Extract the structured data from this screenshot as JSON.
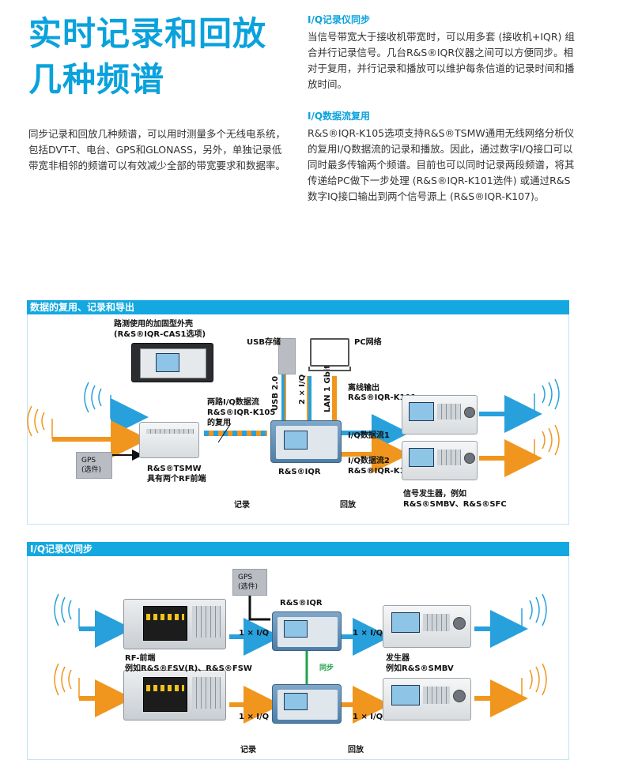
{
  "title": {
    "line1": "实时记录和回放",
    "line2": "几种频谱"
  },
  "intro": {
    "text": "同步记录和回放几种频谱，可以用时测量多个无线电系统，包括DVT-T、电台、GPS和GLONASS，另外，单独记录低带宽非相邻的频谱可以有效减少全部的带宽要求和数据率。"
  },
  "section_sync": {
    "heading": "I/Q记录仪同步",
    "body": "当信号带宽大于接收机带宽时，可以用多套 (接收机+IQR) 组合并行记录信号。几台R&S®IQR仪器之间可以方便同步。相对于复用，并行记录和播放可以维护每条信道的记录时间和播放时间。"
  },
  "section_mux": {
    "heading": "I/Q数据流复用",
    "body": "R&S®IQR-K105选项支持R&S®TSMW通用无线网络分析仪的复用I/Q数据流的记录和播放。因此，通过数字I/Q接口可以同时最多传输两个频谱。目前也可以同时记录两段频谱，将其传递给PC做下一步处理 (R&S®IQR-K101选件) 或通过R&S数字IQ接口输出到两个信号源上 (R&S®IQR-K107)。"
  },
  "diagram1": {
    "header": "数据的复用、记录和导出",
    "case_label1": "路测使用的加固型外壳",
    "case_label2": "(R&S®IQR-CAS1选项)",
    "usb_label": "USB存储",
    "pc_label": "PC网络",
    "usb_port": "USB 2.0",
    "iq_port": "2 × I/Q",
    "lan_port": "LAN 1 Gbit",
    "offline1": "离线输出",
    "offline2": "R&S®IQR-K101",
    "mux1": "两路I/Q数据流",
    "mux2": "R&S®IQR-K105",
    "mux3": "的复用",
    "stream1": "I/Q数据流1",
    "stream2": "I/Q数据流2",
    "stream2_opt": "R&S®IQR-K107",
    "gps1": "GPS",
    "gps2": "(选件)",
    "tsmw1": "R&S®TSMW",
    "tsmw2": "具有两个RF前端",
    "iqr": "R&S®IQR",
    "gen1": "信号发生器，例如",
    "gen2": "R&S®SMBV、R&S®SFC",
    "record": "记录",
    "playback": "回放"
  },
  "diagram2": {
    "header": "I/Q记录仪同步",
    "gps1": "GPS",
    "gps2": "(选件)",
    "iqr": "R&S®IQR",
    "link_top_left": "1 × I/Q",
    "link_top_right": "1 × I/Q",
    "link_bot_left": "1 × I/Q",
    "link_bot_right": "1 × I/Q",
    "sync": "同步",
    "rf1": "RF-前端",
    "rf2": "例如R&S®FSV(R)、R&S®FSW",
    "gen1": "发生器",
    "gen2": "例如R&S®SMBV",
    "record": "记录",
    "playback": "回放"
  },
  "colors": {
    "accent": "#0aa2dc",
    "orange": "#f0961e",
    "blue": "#27a0dc",
    "green": "#22a04a"
  }
}
